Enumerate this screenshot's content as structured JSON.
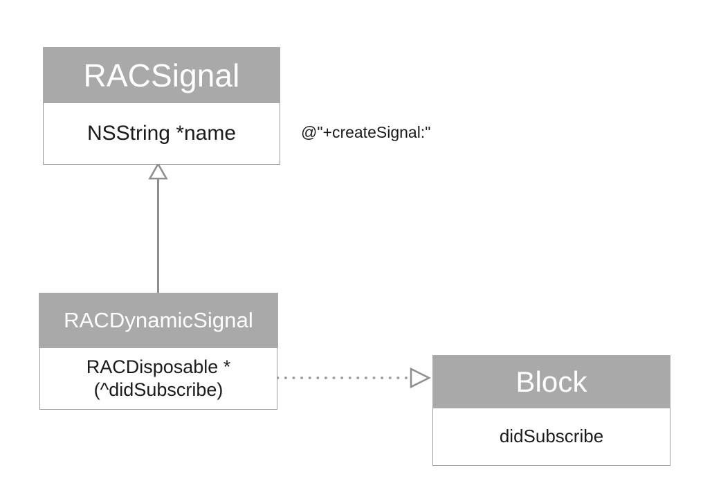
{
  "diagram": {
    "type": "uml-class-diagram",
    "background_color": "#ffffff",
    "header_fill": "#a9a9a9",
    "header_text_color": "#ffffff",
    "body_fill": "#ffffff",
    "border_color": "#9a9a9a",
    "connector_color": "#8f8f8f",
    "text_color": "#1a1a1a"
  },
  "classes": {
    "racsignal": {
      "name": "RACSignal",
      "attributes": [
        "NSString *name"
      ]
    },
    "racdynamicsignal": {
      "name": "RACDynamicSignal",
      "attributes": [
        "RACDisposable *",
        "(^didSubscribe)"
      ]
    },
    "block": {
      "name": "Block",
      "attributes": [
        "didSubscribe"
      ]
    }
  },
  "annotations": {
    "create_signal": "@\"+createSignal:\""
  },
  "relationships": [
    {
      "name": "generalization",
      "from": "racdynamicsignal",
      "to": "racsignal",
      "line_style": "solid",
      "arrowhead": "hollow-triangle",
      "direction": "up"
    },
    {
      "name": "dependency",
      "from": "racdynamicsignal",
      "to": "block",
      "line_style": "dotted",
      "arrowhead": "hollow-triangle",
      "direction": "right"
    }
  ]
}
